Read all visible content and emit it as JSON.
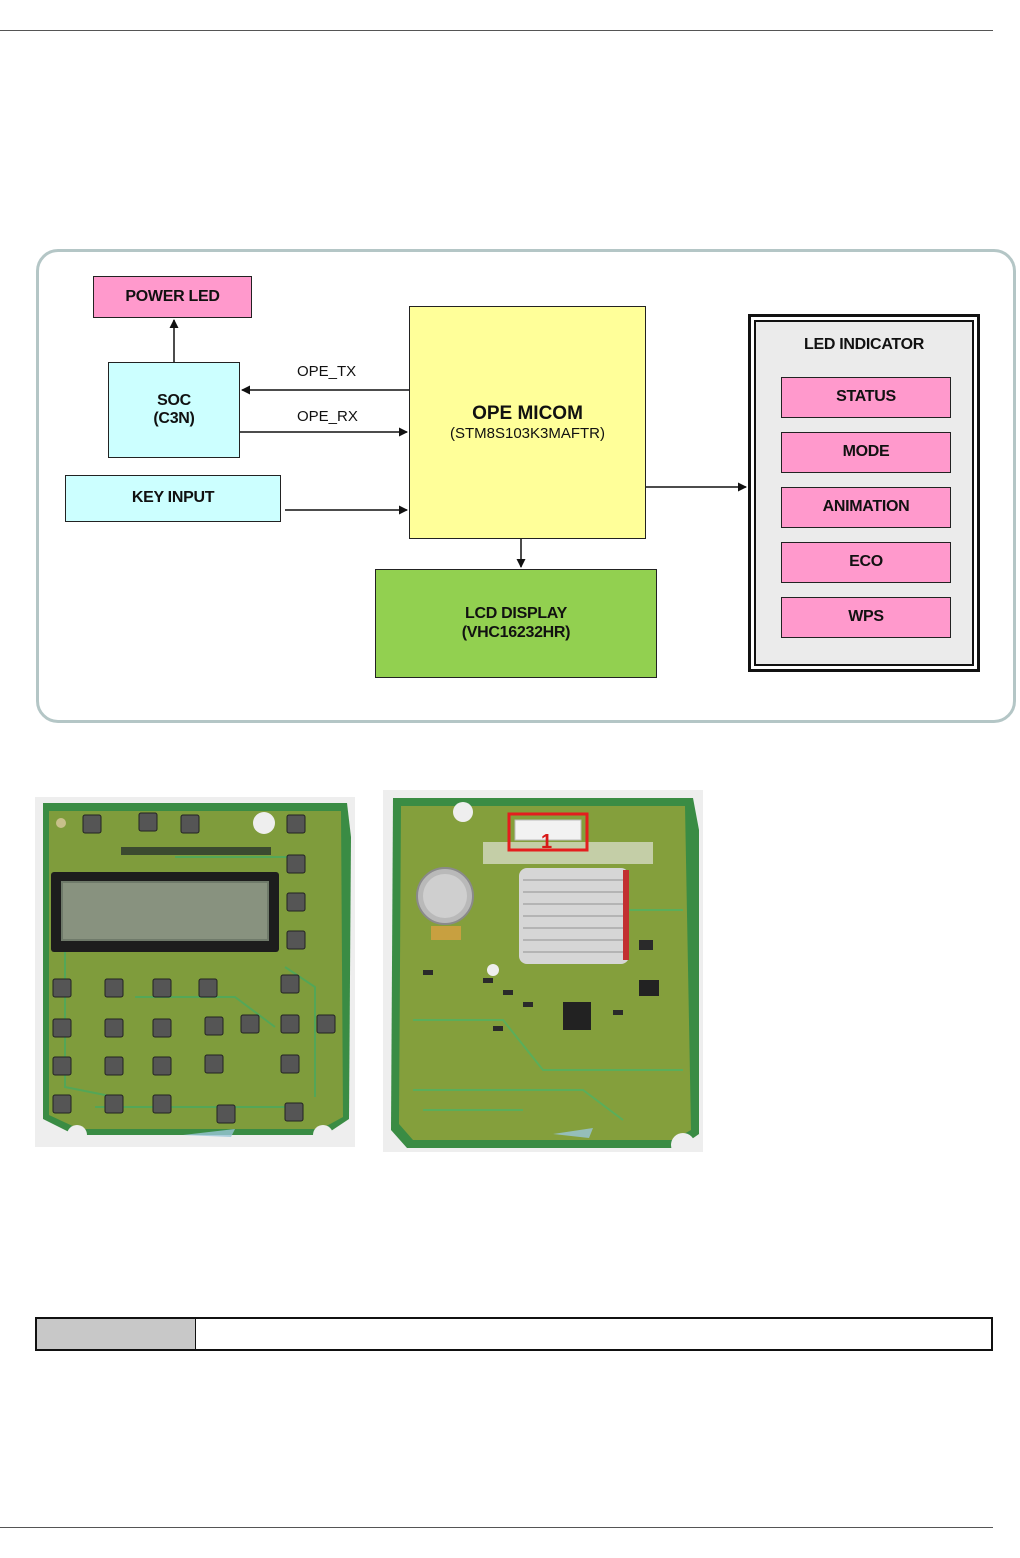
{
  "diagram": {
    "power_led": "POWER LED",
    "soc": {
      "line1": "SOC",
      "line2": "(C3N)"
    },
    "key_input": "KEY INPUT",
    "micom": {
      "title": "OPE MICOM",
      "part": "(STM8S103K3MAFTR)"
    },
    "lcd": {
      "line1": "LCD DISPLAY",
      "line2": "(VHC16232HR)"
    },
    "signals": {
      "tx": "OPE_TX",
      "rx": "OPE_RX"
    },
    "led_indicator": {
      "title": "LED INDICATOR",
      "items": [
        "STATUS",
        "MODE",
        "ANIMATION",
        "ECO",
        "WPS"
      ]
    },
    "colors": {
      "pink": "#ff99cc",
      "cyan": "#ccffff",
      "yellow": "#ffff99",
      "green": "#92d050"
    }
  },
  "photos": {
    "back_callout": "1"
  }
}
